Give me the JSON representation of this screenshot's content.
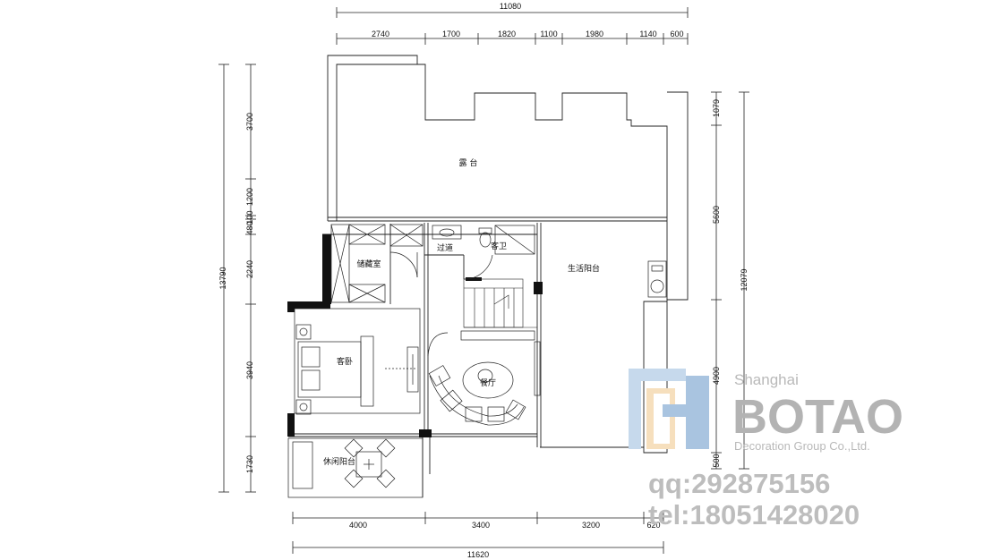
{
  "dimensions": {
    "top_total": "11080",
    "top_segments": [
      "2740",
      "1700",
      "1820",
      "1100",
      "1980",
      "1140",
      "600"
    ],
    "left_total": "13790",
    "left_segments": [
      "3700",
      "1200",
      "100",
      "480",
      "2240",
      "3940",
      "1730"
    ],
    "right_total": "12079",
    "right_segments": [
      "1079",
      "5600",
      "4900",
      "500"
    ],
    "bottom_segments": [
      "4000",
      "3400",
      "3200",
      "620"
    ],
    "bottom_total": "11620"
  },
  "rooms": {
    "terrace": "露 台",
    "storage": "储藏室",
    "corridor": "过道",
    "guest_bath": "客卫",
    "utility_balcony": "生活阳台",
    "guest_bedroom": "客卧",
    "dining": "餐厅",
    "leisure_balcony": "休闲阳台"
  },
  "watermark": {
    "city": "Shanghai",
    "brand": "BOTAO",
    "company": "Decoration Group Co.,Ltd.",
    "qq": "qq:292875156",
    "tel": "tel:18051428020",
    "logo_colors": [
      "#c6d9ec",
      "#f6dfbd",
      "#a9c4e0"
    ]
  }
}
